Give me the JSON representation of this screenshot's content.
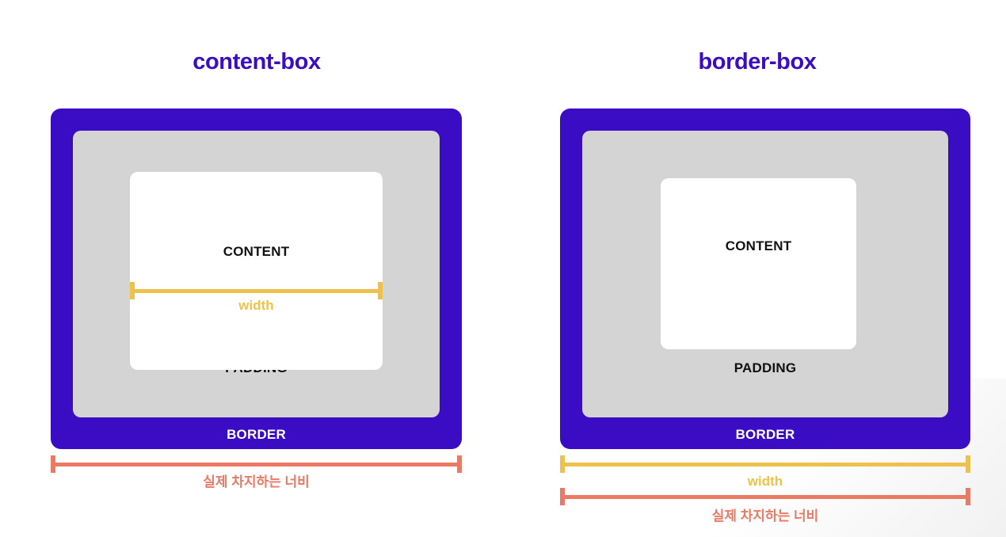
{
  "page": {
    "background_color": "#ffffff"
  },
  "colors": {
    "border_blue": "#3a0cc4",
    "padding_gray": "#d4d4d4",
    "content_white": "#ffffff",
    "width_yellow": "#eec14a",
    "total_orange": "#ec7963",
    "label_black": "#111111",
    "label_white": "#ffffff"
  },
  "diagrams": [
    {
      "title": "content-box",
      "layers": {
        "content": "CONTENT",
        "padding": "PADDING",
        "border": "BORDER"
      },
      "measures": [
        {
          "name": "width",
          "label": "width",
          "color": "#eec14a",
          "spans": "content"
        },
        {
          "name": "total-width",
          "label": "실제 차지하는 너비",
          "color": "#ec7963",
          "spans": "border"
        }
      ]
    },
    {
      "title": "border-box",
      "layers": {
        "content": "CONTENT",
        "padding": "PADDING",
        "border": "BORDER"
      },
      "measures": [
        {
          "name": "width",
          "label": "width",
          "color": "#eec14a",
          "spans": "border"
        },
        {
          "name": "total-width",
          "label": "실제 차지하는 너비",
          "color": "#ec7963",
          "spans": "border"
        }
      ]
    }
  ]
}
